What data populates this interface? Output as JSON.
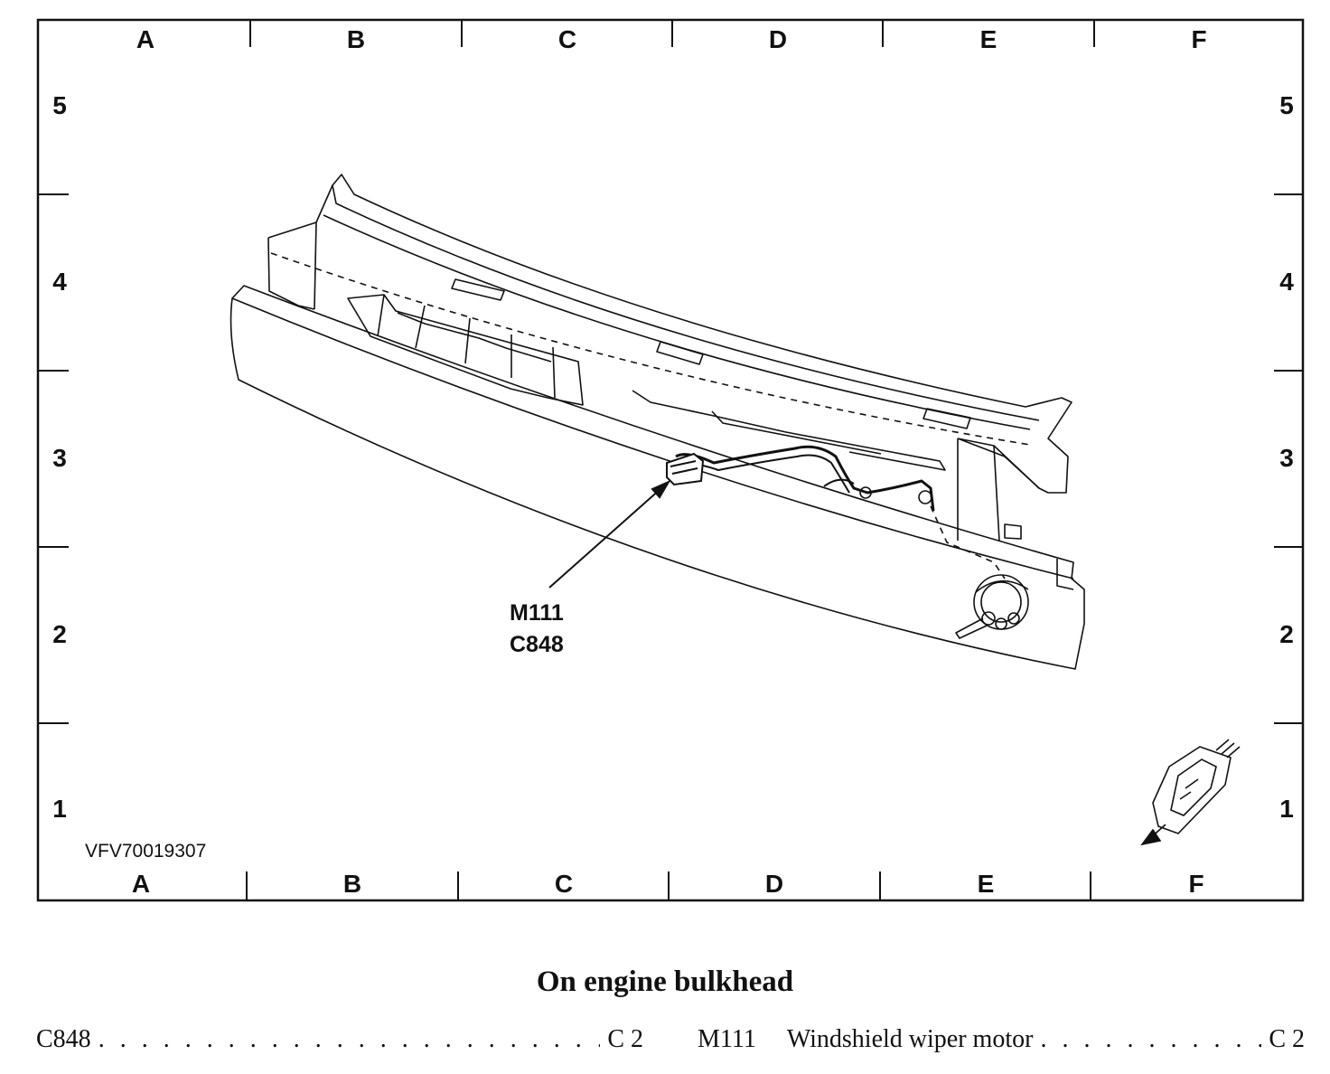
{
  "grid": {
    "columns": [
      "A",
      "B",
      "C",
      "D",
      "E",
      "F"
    ],
    "rows": [
      "5",
      "4",
      "3",
      "2",
      "1"
    ]
  },
  "diagram": {
    "image_code": "VFV70019307",
    "callout": {
      "line1": "M111",
      "line2": "C848"
    }
  },
  "legend": {
    "heading": "On engine bulkhead",
    "entries": [
      {
        "code": "C848",
        "description": "",
        "location": "C 2"
      },
      {
        "code": "M111",
        "description": "Windshield wiper motor",
        "location": "C 2"
      }
    ]
  }
}
